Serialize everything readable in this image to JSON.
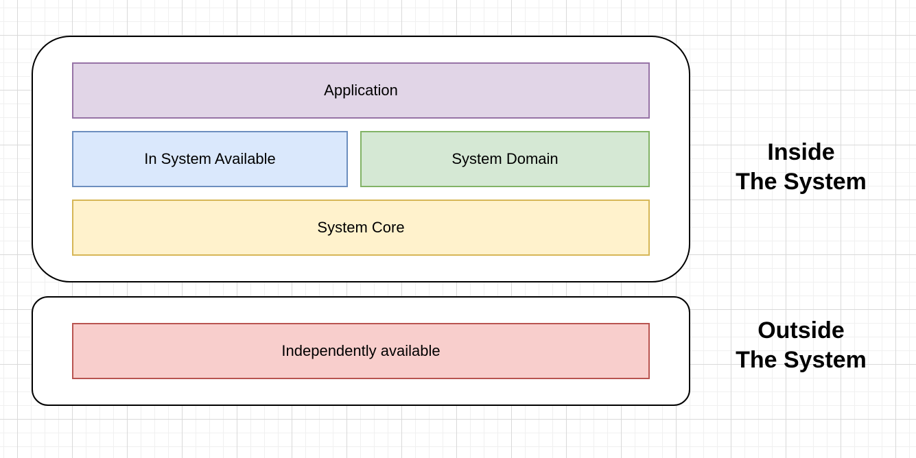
{
  "diagram": {
    "groups": [
      {
        "id": "inside",
        "label_lines": [
          "Inside",
          "The System"
        ],
        "layers": [
          {
            "id": "application",
            "label": "Application",
            "fill": "#e1d5e7",
            "stroke": "#9673a6"
          },
          {
            "id": "in-system-available",
            "label": "In System Available",
            "fill": "#dae8fc",
            "stroke": "#6c8ebf"
          },
          {
            "id": "system-domain",
            "label": "System Domain",
            "fill": "#d5e8d4",
            "stroke": "#82b366"
          },
          {
            "id": "system-core",
            "label": "System Core",
            "fill": "#fff2cc",
            "stroke": "#d6b656"
          }
        ]
      },
      {
        "id": "outside",
        "label_lines": [
          "Outside",
          "The System"
        ],
        "layers": [
          {
            "id": "independently-available",
            "label": "Independently available",
            "fill": "#f8cecc",
            "stroke": "#b85450"
          }
        ]
      }
    ]
  }
}
